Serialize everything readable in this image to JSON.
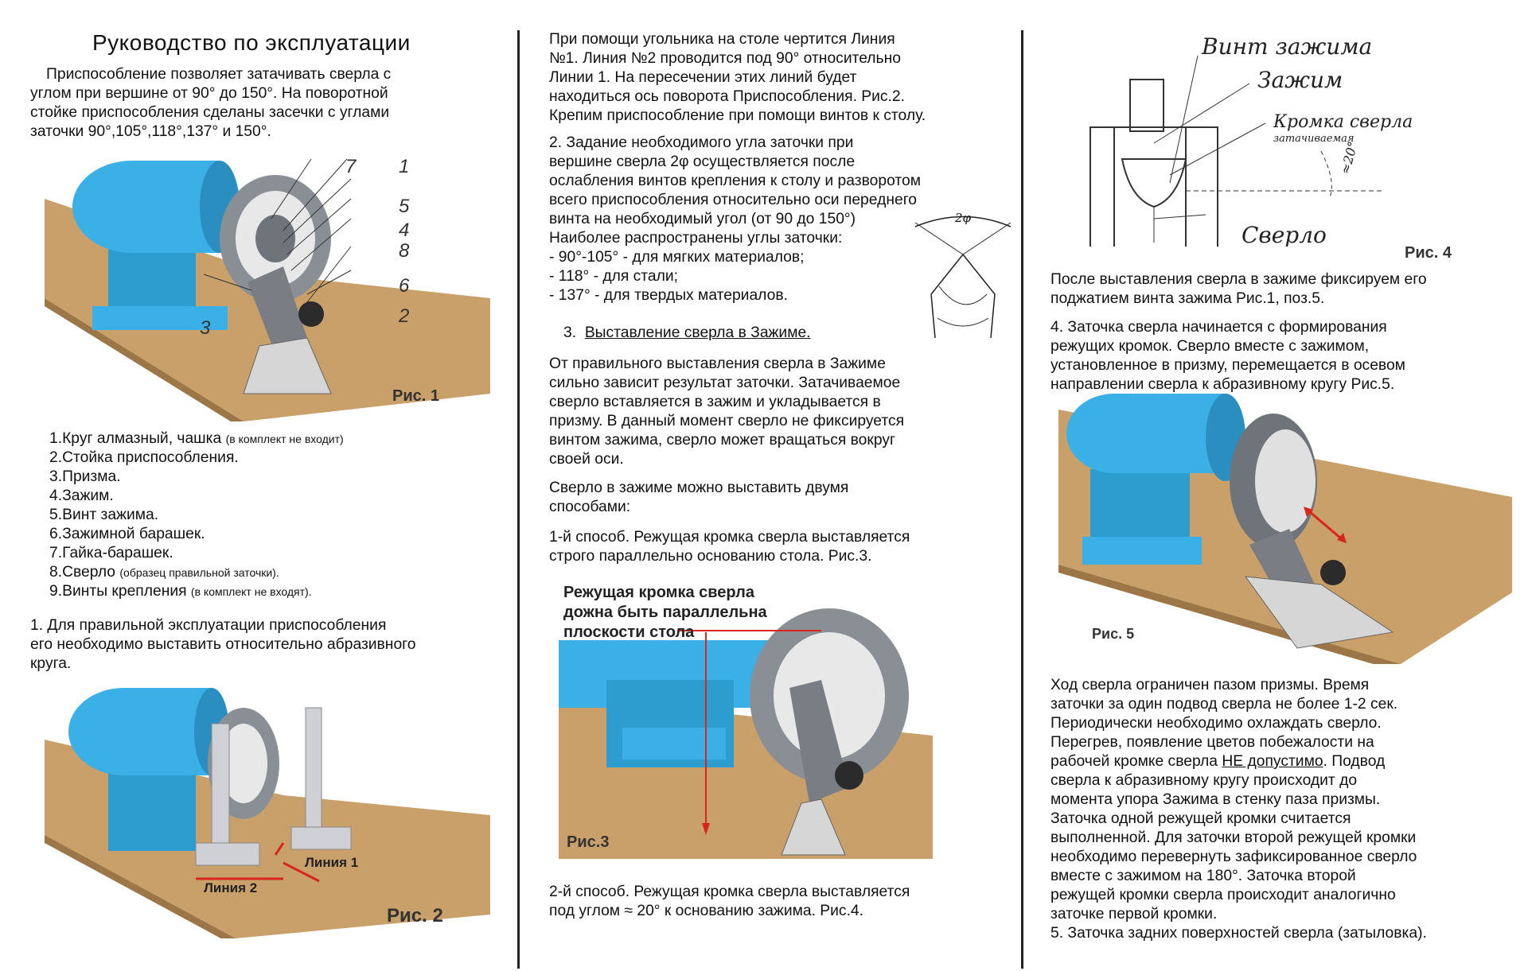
{
  "col1": {
    "title": "Руководство по эксплуатации",
    "intro": "Приспособление позволяет затачивать сверла с\nуглом при вершине от 90° до 150°. На поворотной\nстойке приспособления сделаны засечки с углами\nзаточки 90°,105°,118°,137° и 150°.",
    "fig1_caption": "Рис. 1",
    "fig1_callouts": [
      "7",
      "1",
      "5",
      "4",
      "8",
      "6",
      "2",
      "3"
    ],
    "parts": [
      {
        "text": "1.Круг алмазный, чашка",
        "note": "(в комплект не входит)"
      },
      {
        "text": "2.Стойка приспособления.",
        "note": ""
      },
      {
        "text": "3.Призма.",
        "note": ""
      },
      {
        "text": "4.Зажим.",
        "note": ""
      },
      {
        "text": "5.Винт зажима.",
        "note": ""
      },
      {
        "text": "6.Зажимной барашек.",
        "note": ""
      },
      {
        "text": "7.Гайка-барашек.",
        "note": ""
      },
      {
        "text": "8.Сверло",
        "note": "(образец правильной заточки)."
      },
      {
        "text": "9.Винты крепления",
        "note": "(в комплект не входят)."
      }
    ],
    "step1": "   1. Для правильной эксплуатации приспособления\nего необходимо выставить относительно абразивного\nкруга.",
    "fig2_caption": "Рис. 2",
    "fig2_line1": "Линия 1",
    "fig2_line2": "Линия 2"
  },
  "col2": {
    "para1": "При помощи угольника  на столе чертится Линия\n№1.  Линия №2  проводится под 90° относительно\nЛинии 1.  На пересечении этих линий будет\nнаходиться ось поворота Приспособления. Рис.2.\nКрепим приспособление при помощи винтов к столу.",
    "para2": "   2. Задание необходимого угла заточки при\nвершине сверла 2φ осуществляется после\nослабления винтов крепления к столу и разворотом\nвсего приспособления относительно оси переднего\nвинта на необходимый угол (от 90 до 150°)\nНаиболее распространены   углы заточки:\n- 90°-105° - для мягких материалов;\n- 118° - для стали;\n- 137° - для твердых материалов.",
    "angle_label": "2φ",
    "section3_num": "3.",
    "section3_title": "Выставление сверла в Зажиме.",
    "para3": "От правильного выставления сверла в Зажиме\nсильно зависит результат заточки. Затачиваемое\nсверло вставляется в зажим и укладывается в\nпризму. В данный момент сверло не фиксируется\nвинтом зажима, сверло может вращаться вокруг\nсвоей оси.",
    "para4": "   Сверло в зажиме можно выставить двумя\nспособами:",
    "para5": "1-й способ. Режущая кромка сверла выставляется\nстрого параллельно основанию стола. Рис.3.",
    "fig3_note": "Режущая кромка сверла\nдожна быть параллельна\nплоскости стола",
    "fig3_caption": "Рис.3",
    "para6": "2-й способ. Режущая кромка сверла выставляется\nпод углом ≈ 20°  к основанию зажима. Рис.4."
  },
  "col3": {
    "fig4_labels": {
      "screw": "Винт зажима",
      "clamp": "Зажим",
      "edge": "Кромка сверла",
      "edge_sub": "затачиваемая",
      "drill": "Сверло",
      "angle": "≈20°"
    },
    "fig4_caption": "Рис. 4",
    "para1": "После выставления сверла в зажиме фиксируем его\nподжатием винта зажима Рис.1, поз.5.",
    "para2": "   4. Заточка сверла начинается с формирования\nрежущих кромок. Сверло вместе с зажимом,\nустановленное в призму, перемещается в осевом\nнаправлении сверла к абразивному кругу Рис.5.",
    "fig5_caption": "Рис. 5",
    "para3a": "Ход сверла ограничен пазом призмы. Время\nзаточки за один подвод сверла не более 1-2 сек.\nПериодически необходимо охлаждать сверло.\nПерегрев, появление цветов побежалости на\nрабочей кромке сверла ",
    "para3_u": "НЕ допустимо",
    "para3b": ".  Подвод\nсверла к абразивному кругу происходит до\nмомента упора Зажима в стенку паза призмы.\nЗаточка одной режущей кромки считается\nвыполненной. Для заточки второй режущей кромки\nнеобходимо перевернуть зафиксированное сверло\nвместе с зажимом на 180°. Заточка второй\nрежущей кромки сверла происходит аналогично\nзаточке первой кромки.",
    "para4": "5. Заточка задних поверхностей сверла (затыловка)."
  },
  "colors": {
    "motor": "#3ab0e6",
    "table": "#c9a06a",
    "arrow": "#d9261c"
  }
}
